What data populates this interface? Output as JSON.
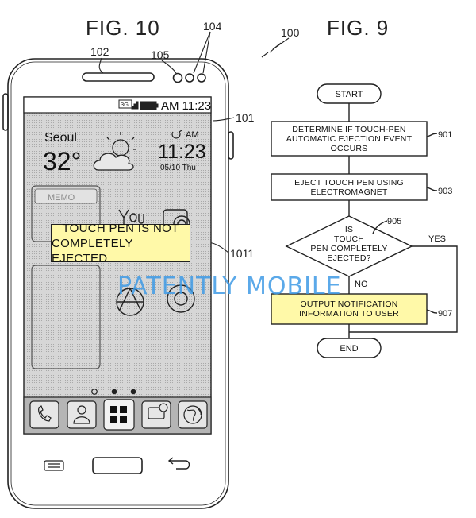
{
  "fig10": {
    "title": "FIG. 10",
    "ref_phone": "100",
    "ref_speaker": "102",
    "ref_camera": "105",
    "ref_sensors": "104",
    "ref_screen": "101",
    "ref_notice": "1011",
    "status": {
      "network": "3G",
      "time": "AM 11:23"
    },
    "weather": {
      "city": "Seoul",
      "temp": "32°",
      "clock": "11:23",
      "ampm": "AM",
      "date": "05/10 Thu"
    },
    "memo_label": "MEMO",
    "notice": {
      "line1": "TOUCH PEN IS NOT",
      "line2": "COMPLETELY EJECTED"
    },
    "dock_icons": [
      "phone-icon",
      "contacts-icon",
      "apps-grid-icon",
      "messages-icon",
      "browser-icon"
    ]
  },
  "fig9": {
    "title": "FIG. 9",
    "start": "START",
    "step901": {
      "ref": "901",
      "lines": [
        "DETERMINE IF TOUCH-PEN",
        "AUTOMATIC EJECTION EVENT",
        "OCCURS"
      ]
    },
    "step903": {
      "ref": "903",
      "lines": [
        "EJECT TOUCH PEN USING",
        "ELECTROMAGNET"
      ]
    },
    "step905": {
      "ref": "905",
      "lines": [
        "IS",
        "TOUCH",
        "PEN COMPLETELY",
        "EJECTED?"
      ],
      "yes": "YES",
      "no": "NO"
    },
    "step907": {
      "ref": "907",
      "lines": [
        "OUTPUT NOTIFICATION",
        "INFORMATION TO USER"
      ]
    },
    "end": "END"
  },
  "watermark": "PATENTLY MOBILE",
  "colors": {
    "highlight": "#fff9a8",
    "screen": "#cfcfcf",
    "watermark": "#3f9be6",
    "ink": "#222222"
  }
}
